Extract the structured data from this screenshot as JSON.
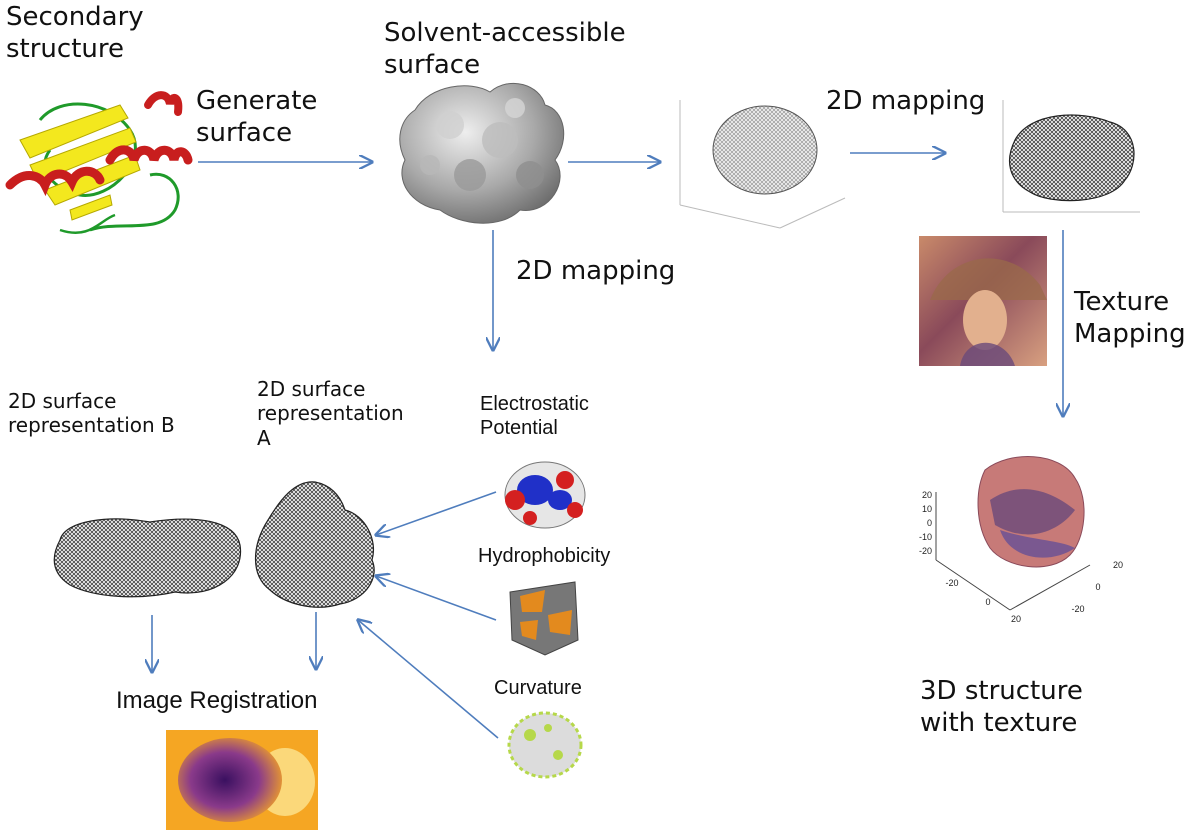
{
  "labels": {
    "secondary_structure": "Secondary\nstructure",
    "generate_surface": "Generate\nsurface",
    "solvent_accessible_surface": "Solvent-accessible\nsurface",
    "mapping_top": "2D mapping",
    "mapping_middle": "2D mapping",
    "texture_mapping": "Texture\nMapping",
    "surface_rep_b": "2D surface\n representation B",
    "surface_rep_a": "2D surface\nrepresentation\nA",
    "electrostatic_potential": "Electrostatic\nPotential",
    "hydrophobicity": "Hydrophobicity",
    "curvature": "Curvature",
    "image_registration": "Image Registration",
    "structure_with_texture": "3D structure\nwith texture"
  },
  "plot_3d_ticks": {
    "z": [
      "20",
      "10",
      "0",
      "-10",
      "-20"
    ],
    "x": [
      "-20",
      "0",
      "20"
    ],
    "y": [
      "20",
      "0",
      "-20"
    ]
  },
  "colors": {
    "arrow": "#4f7dbd",
    "helix": "#c81e1e",
    "strand": "#f3e81e",
    "coil": "#1f9a2a",
    "surface_gray": "#a9a9a9",
    "mesh_dark": "#2a2a2a",
    "electro_red": "#d42020",
    "electro_blue": "#2030c8",
    "hydro_orange": "#e38a1e",
    "curv_green": "#b6d84a",
    "registration_orange": "#f5a623",
    "registration_purple": "#6a2a7a"
  }
}
